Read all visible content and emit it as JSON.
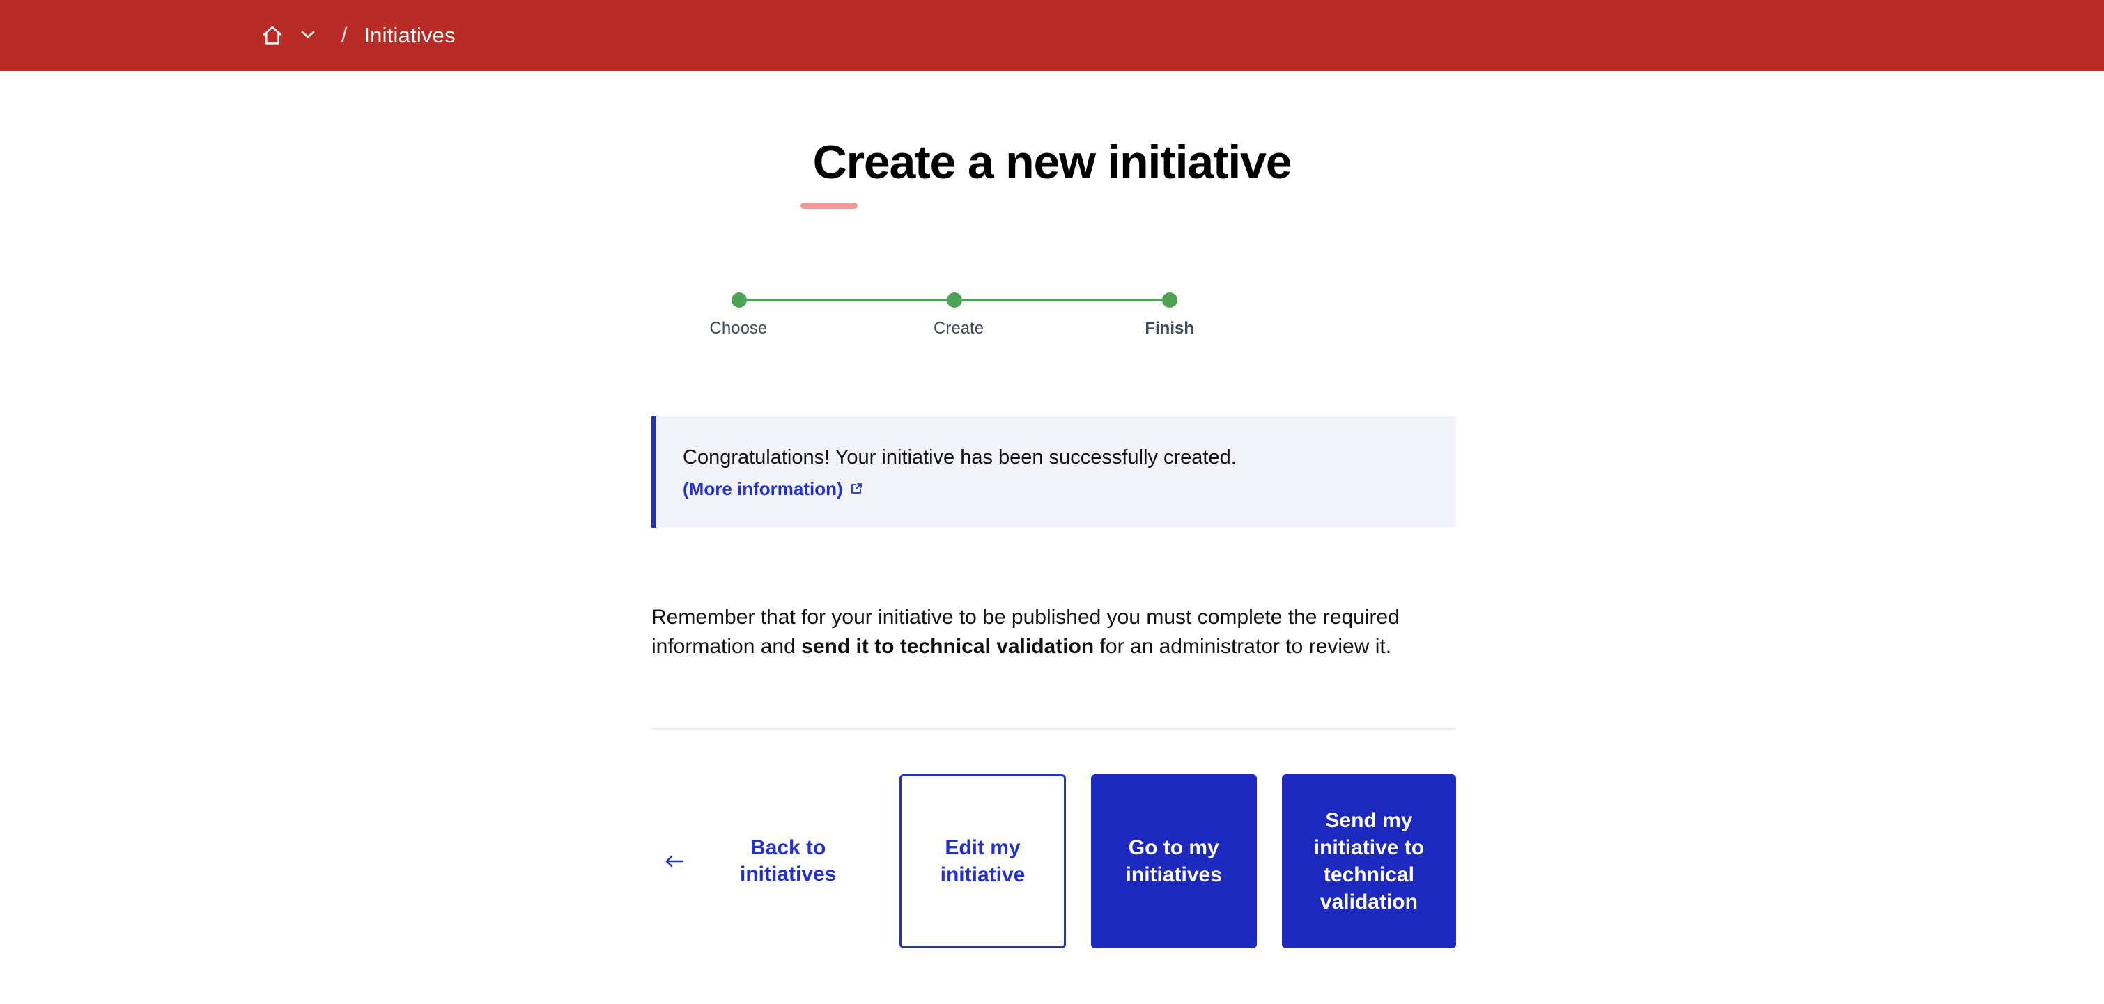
{
  "topbar": {
    "home_icon": "home-icon",
    "chevron_icon": "chevron-down-icon",
    "separator": "/",
    "current_crumb": "Initiatives",
    "background_color": "#ba2b26"
  },
  "page": {
    "title": "Create a new initiative",
    "accent_color": "#f09896"
  },
  "stepper": {
    "dot_color": "#4ca354",
    "steps": [
      {
        "label": "Choose",
        "state": "completed"
      },
      {
        "label": "Create",
        "state": "completed"
      },
      {
        "label": "Finish",
        "state": "current"
      }
    ]
  },
  "callout": {
    "message": "Congratulations! Your initiative has been successfully created.",
    "link_label": "(More information)",
    "link_icon": "external-link-icon",
    "accent_color": "#2331b8",
    "background_color": "#f2f3fb"
  },
  "body": {
    "text_before_bold": "Remember that for your initiative to be published you must complete the required information and ",
    "bold_text": "send it to technical validation",
    "text_after_bold": " for an administrator to review it."
  },
  "actions": {
    "back_icon": "arrow-left-icon",
    "back_label": "Back to initiatives",
    "edit_label": "Edit my initiative",
    "goto_label": "Go to my initiatives",
    "send_label": "Send my initiative to technical validation",
    "primary_color": "#1d28be",
    "link_color": "#2331cc"
  }
}
